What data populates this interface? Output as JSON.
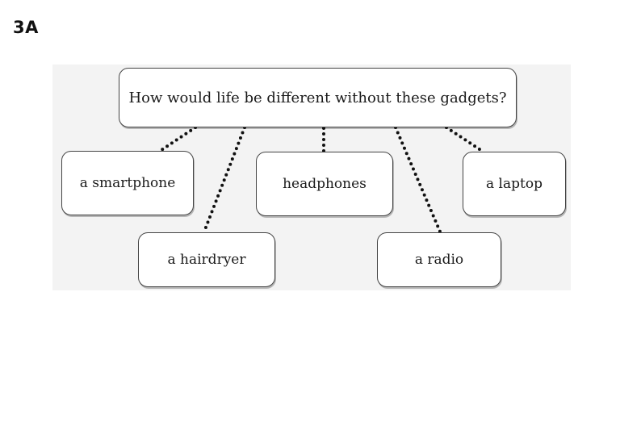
{
  "heading": "3A",
  "question": "How would life be different without these gadgets?",
  "gadgets": {
    "smartphone": "a smartphone",
    "hairdryer": "a hairdryer",
    "headphones": "headphones",
    "radio": "a radio",
    "laptop": "a laptop"
  }
}
